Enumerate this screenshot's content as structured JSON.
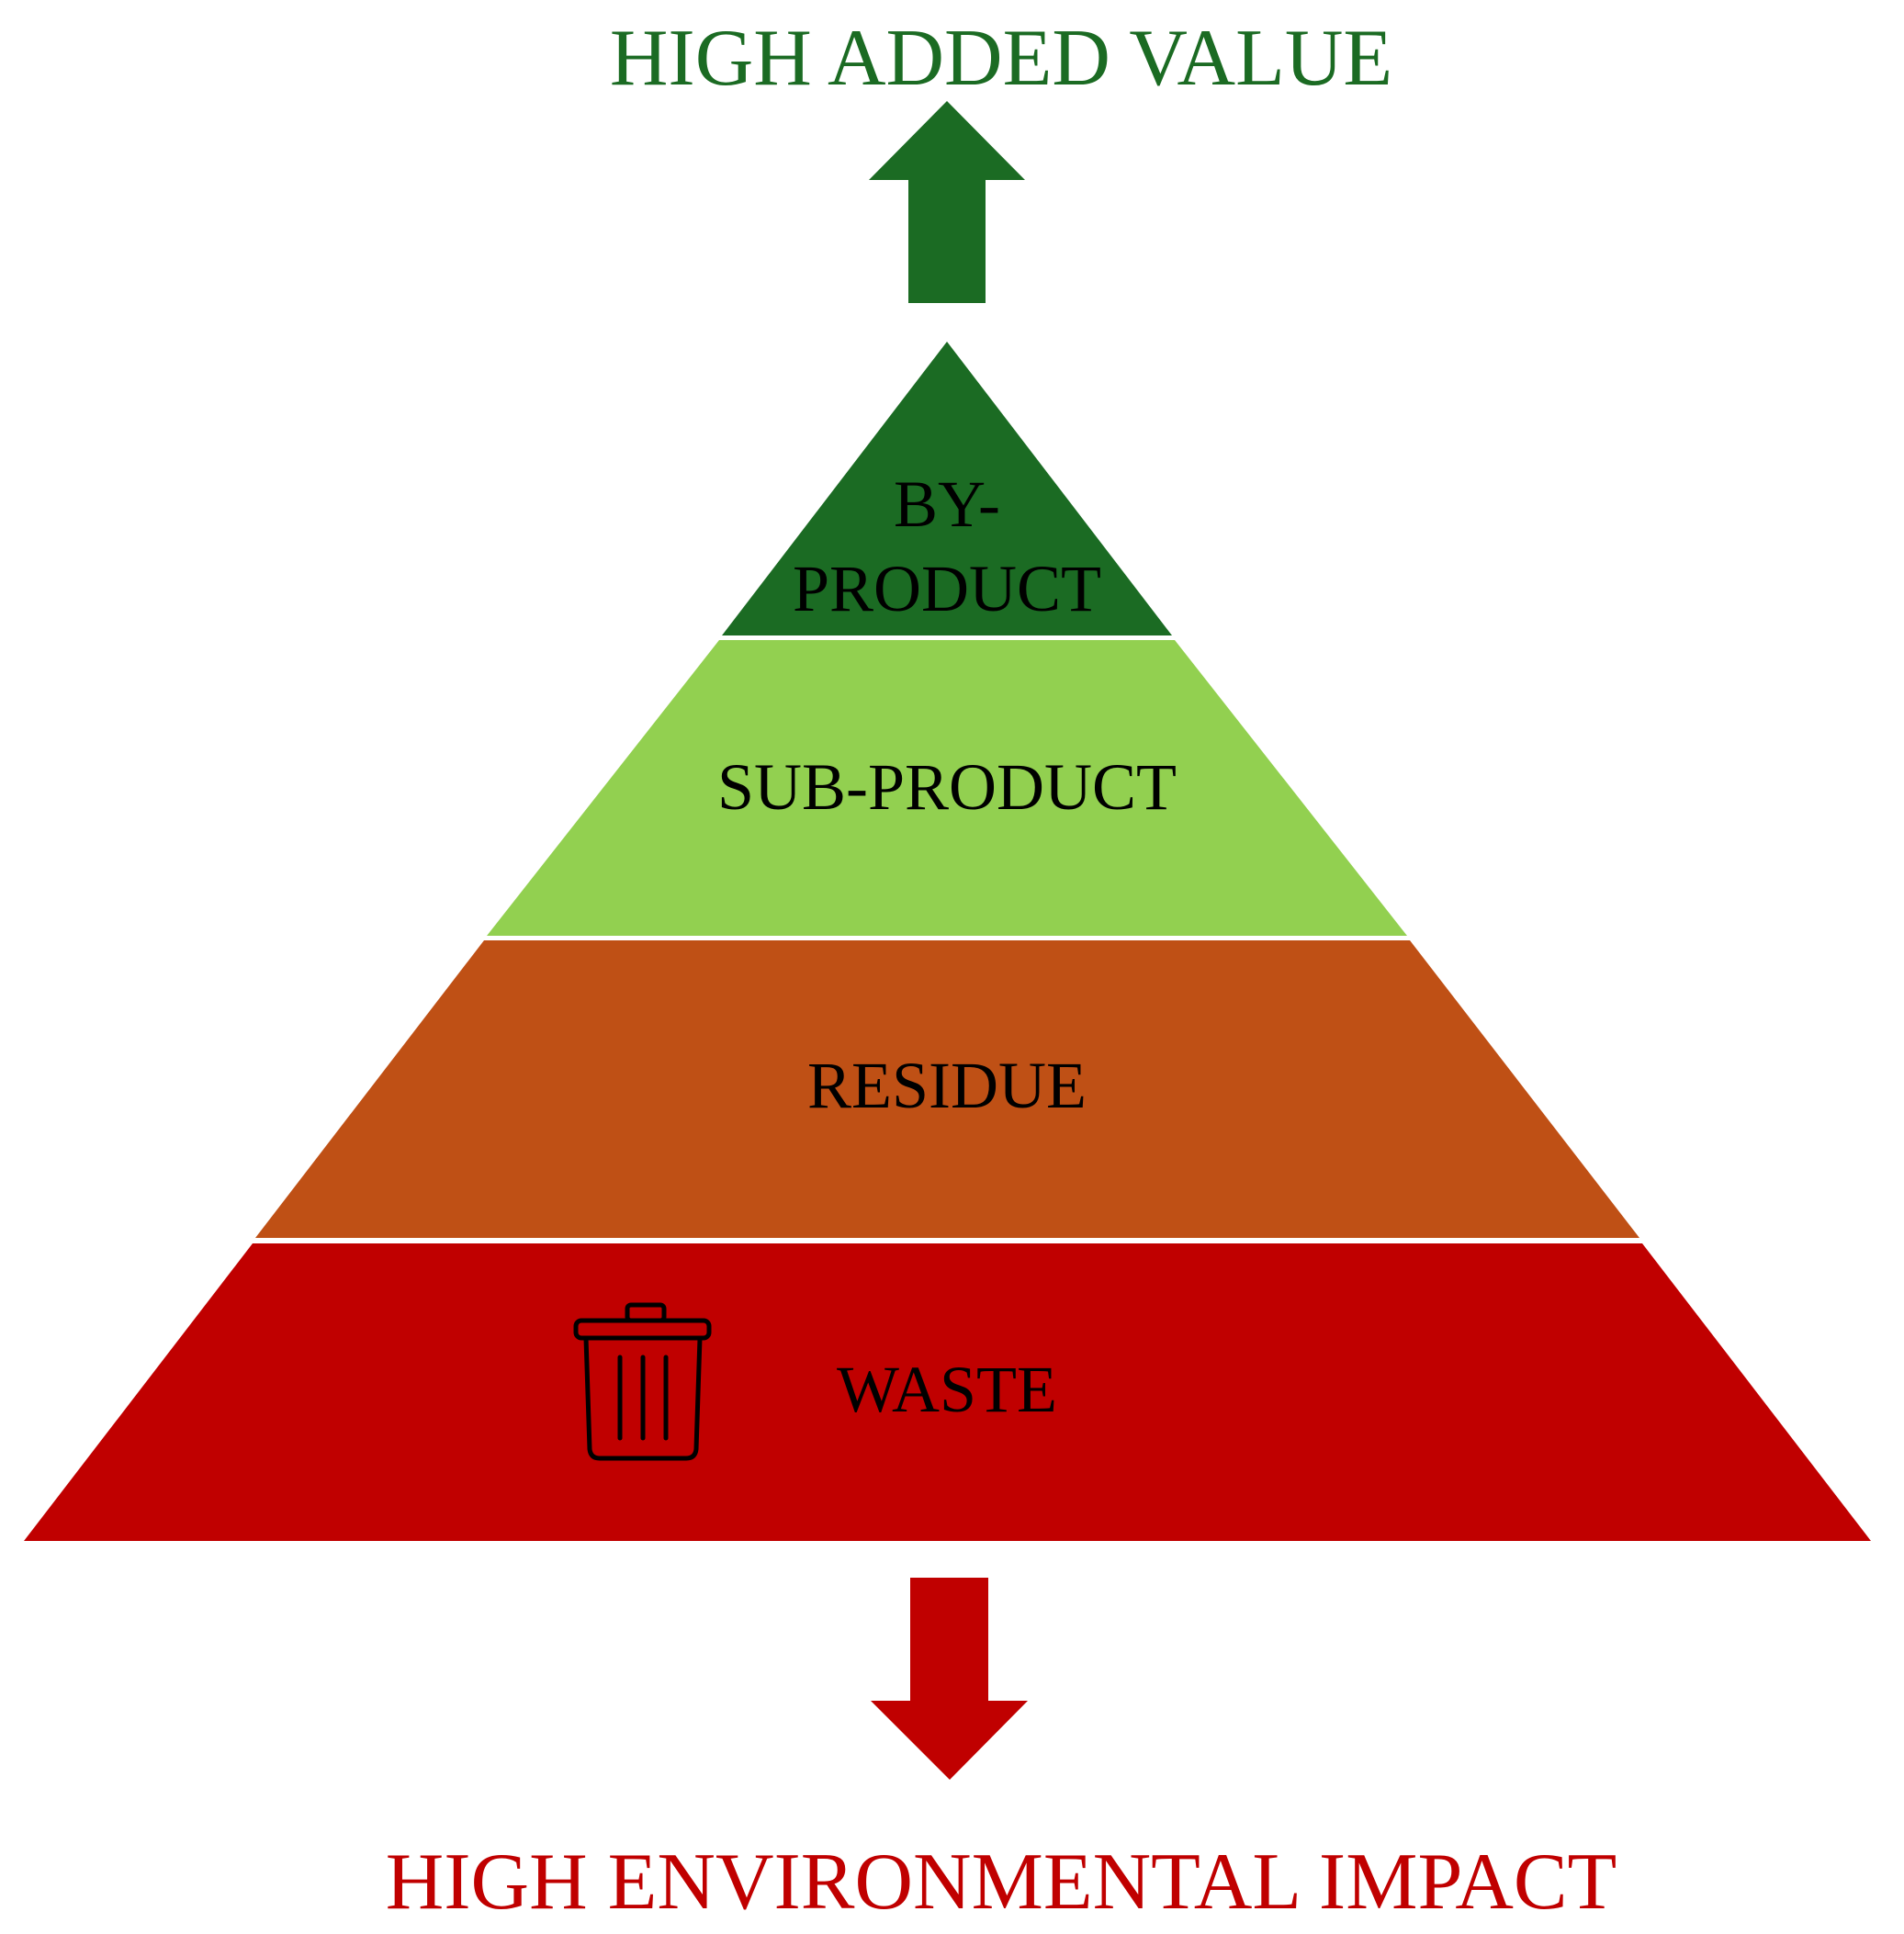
{
  "top_label": "HIGH ADDED VALUE",
  "bottom_label": "HIGH ENVIRONMENTAL IMPACT",
  "levels": [
    {
      "label_lines": [
        "BY-",
        "PRODUCT"
      ],
      "color": "#1B6B23"
    },
    {
      "label_lines": [
        "SUB-PRODUCT"
      ],
      "color": "#92D050"
    },
    {
      "label_lines": [
        "RESIDUE"
      ],
      "color": "#BF5015"
    },
    {
      "label_lines": [
        "WASTE"
      ],
      "color": "#C00000",
      "icon": "trash-can-icon"
    }
  ],
  "colors": {
    "up_arrow": "#1B6B23",
    "down_arrow": "#C00000",
    "top_label": "#1B6B23",
    "bottom_label": "#C00000",
    "level_text": "#000000"
  }
}
